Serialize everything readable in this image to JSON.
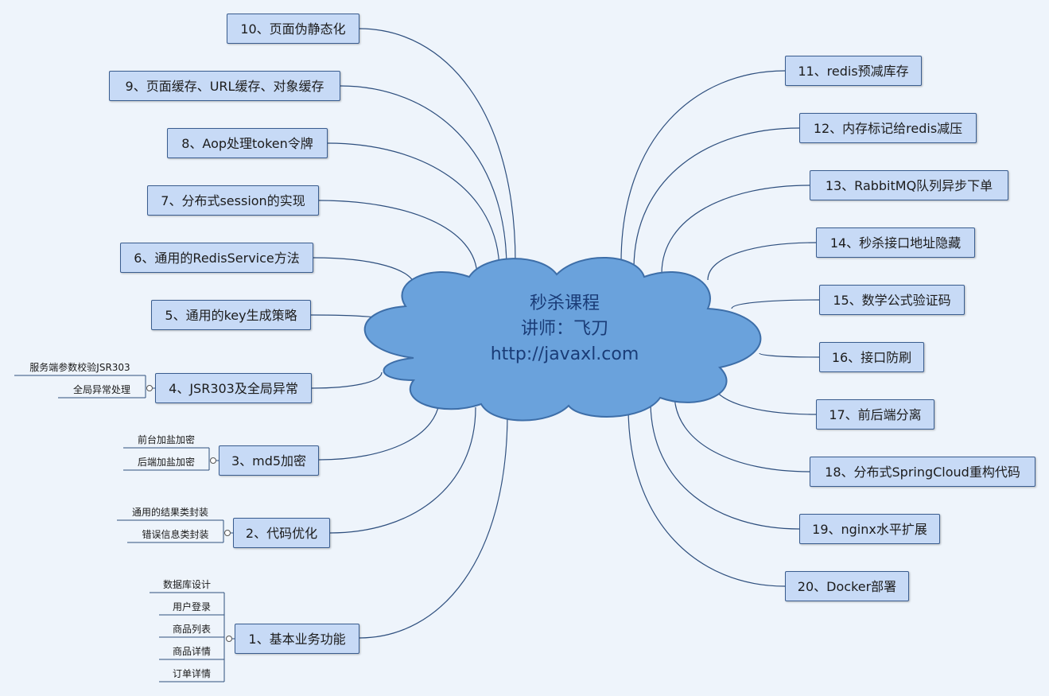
{
  "center": {
    "title": "秒杀课程",
    "teacher": "讲师：飞刀",
    "url": "http://javaxl.com"
  },
  "left_branches": [
    {
      "label": "10、页面伪静态化"
    },
    {
      "label": "9、页面缓存、URL缓存、对象缓存"
    },
    {
      "label": "8、Aop处理token令牌"
    },
    {
      "label": "7、分布式session的实现"
    },
    {
      "label": "6、通用的RedisService方法"
    },
    {
      "label": "5、通用的key生成策略"
    },
    {
      "label": "4、JSR303及全局异常",
      "children": [
        "服务端参数校验JSR303",
        "全局异常处理"
      ]
    },
    {
      "label": "3、md5加密",
      "children": [
        "前台加盐加密",
        "后端加盐加密"
      ]
    },
    {
      "label": "2、代码优化",
      "children": [
        "通用的结果类封装",
        "错误信息类封装"
      ]
    },
    {
      "label": "1、基本业务功能",
      "children": [
        "数据库设计",
        "用户登录",
        "商品列表",
        "商品详情",
        "订单详情"
      ]
    }
  ],
  "right_branches": [
    {
      "label": "11、redis预减库存"
    },
    {
      "label": "12、内存标记给redis减压"
    },
    {
      "label": "13、RabbitMQ队列异步下单"
    },
    {
      "label": "14、秒杀接口地址隐藏"
    },
    {
      "label": "15、数学公式验证码"
    },
    {
      "label": "16、接口防刷"
    },
    {
      "label": "17、前后端分离"
    },
    {
      "label": "18、分布式SpringCloud重构代码"
    },
    {
      "label": "19、nginx水平扩展"
    },
    {
      "label": "20、Docker部署"
    }
  ],
  "colors": {
    "cloud_fill": "#6aa2dc",
    "cloud_stroke": "#3d6ea8",
    "node_fill": "#c7daf6",
    "node_border": "#3a5d8f",
    "line": "#2e4f7e",
    "center_text": "#1a3c77"
  }
}
